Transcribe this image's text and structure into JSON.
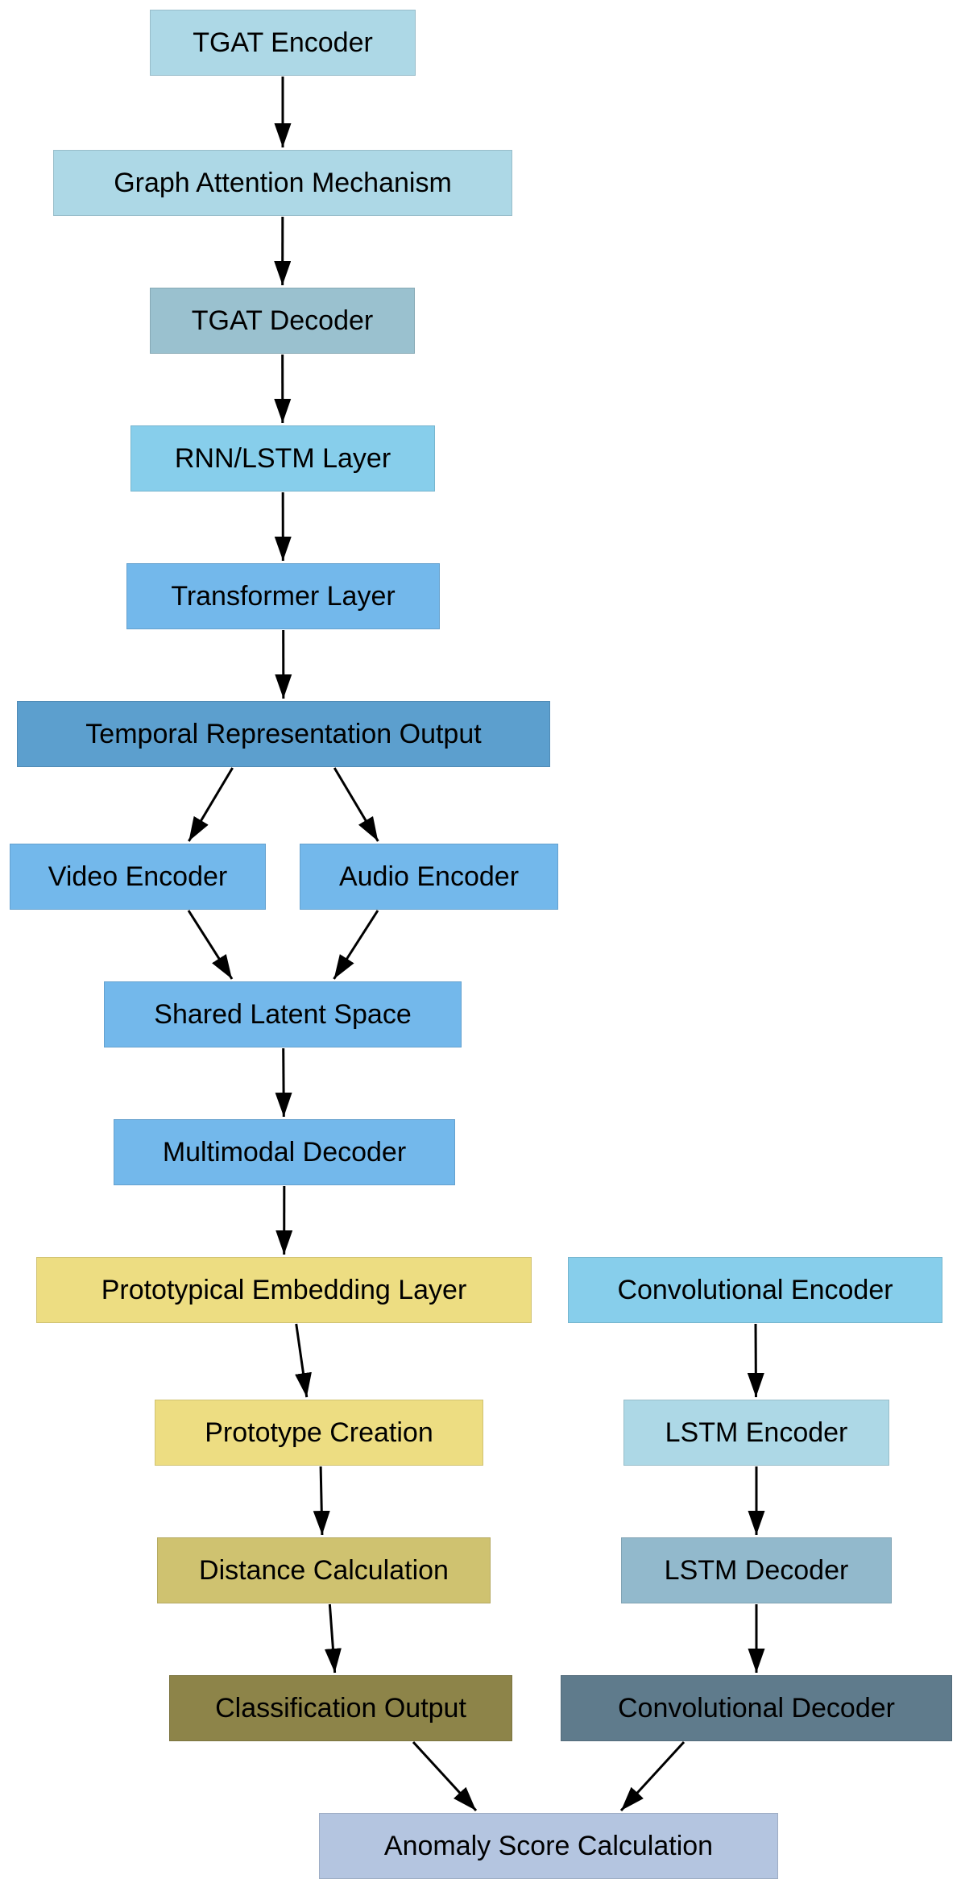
{
  "diagram": {
    "background": "#FFFFFF",
    "text_color": "#000000",
    "arrow_color": "#000000",
    "nodes": [
      {
        "id": "tgat_encoder",
        "label": "TGAT Encoder",
        "fill": "#ADD8E6"
      },
      {
        "id": "graph_attention",
        "label": "Graph Attention Mechanism",
        "fill": "#ADD8E6"
      },
      {
        "id": "tgat_decoder",
        "label": "TGAT Decoder",
        "fill": "#9AC1CF"
      },
      {
        "id": "rnn_lstm",
        "label": "RNN/LSTM Layer",
        "fill": "#87CEEB"
      },
      {
        "id": "transformer",
        "label": "Transformer Layer",
        "fill": "#73B8EB"
      },
      {
        "id": "temporal",
        "label": "Temporal Representation Output",
        "fill": "#5C9FCE"
      },
      {
        "id": "video_encoder",
        "label": "Video Encoder",
        "fill": "#73B8EB"
      },
      {
        "id": "audio_encoder",
        "label": "Audio Encoder",
        "fill": "#73B8EB"
      },
      {
        "id": "shared_latent",
        "label": "Shared Latent Space",
        "fill": "#73B8EB"
      },
      {
        "id": "multimodal_decoder",
        "label": "Multimodal Decoder",
        "fill": "#73B8EB"
      },
      {
        "id": "prototypical_embedding",
        "label": "Prototypical Embedding Layer",
        "fill": "#EDDD82"
      },
      {
        "id": "conv_encoder",
        "label": "Convolutional Encoder",
        "fill": "#87CEEB"
      },
      {
        "id": "prototype_creation",
        "label": "Prototype Creation",
        "fill": "#EDDD82"
      },
      {
        "id": "lstm_encoder",
        "label": "LSTM Encoder",
        "fill": "#ADD8E6"
      },
      {
        "id": "distance_calc",
        "label": "Distance Calculation",
        "fill": "#CFC270"
      },
      {
        "id": "lstm_decoder",
        "label": "LSTM Decoder",
        "fill": "#92B9CC"
      },
      {
        "id": "classification_output",
        "label": "Classification Output",
        "fill": "#8D8449"
      },
      {
        "id": "conv_decoder",
        "label": "Convolutional Decoder",
        "fill": "#5F7B8C"
      },
      {
        "id": "anomaly_score",
        "label": "Anomaly Score Calculation",
        "fill": "#B4C5E0"
      }
    ],
    "edges": [
      {
        "from": "tgat_encoder",
        "to": "graph_attention"
      },
      {
        "from": "graph_attention",
        "to": "tgat_decoder"
      },
      {
        "from": "tgat_decoder",
        "to": "rnn_lstm"
      },
      {
        "from": "rnn_lstm",
        "to": "transformer"
      },
      {
        "from": "transformer",
        "to": "temporal"
      },
      {
        "from": "temporal",
        "to": "video_encoder"
      },
      {
        "from": "temporal",
        "to": "audio_encoder"
      },
      {
        "from": "video_encoder",
        "to": "shared_latent"
      },
      {
        "from": "audio_encoder",
        "to": "shared_latent"
      },
      {
        "from": "shared_latent",
        "to": "multimodal_decoder"
      },
      {
        "from": "multimodal_decoder",
        "to": "prototypical_embedding"
      },
      {
        "from": "prototypical_embedding",
        "to": "prototype_creation"
      },
      {
        "from": "prototype_creation",
        "to": "distance_calc"
      },
      {
        "from": "distance_calc",
        "to": "classification_output"
      },
      {
        "from": "classification_output",
        "to": "anomaly_score"
      },
      {
        "from": "conv_encoder",
        "to": "lstm_encoder"
      },
      {
        "from": "lstm_encoder",
        "to": "lstm_decoder"
      },
      {
        "from": "lstm_decoder",
        "to": "conv_decoder"
      },
      {
        "from": "conv_decoder",
        "to": "anomaly_score"
      }
    ]
  }
}
